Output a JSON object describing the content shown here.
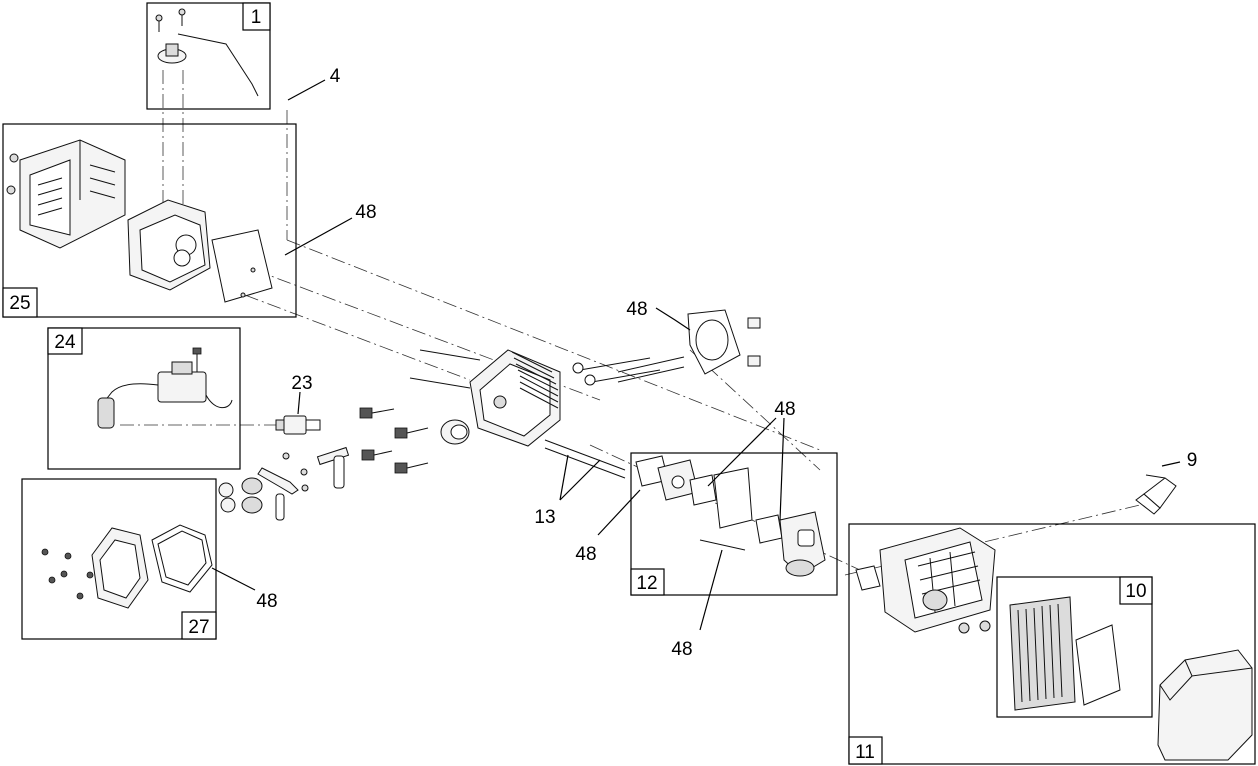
{
  "box_labels": {
    "b1": "1",
    "b25": "25",
    "b24": "24",
    "b27": "27",
    "b12": "12",
    "b11": "11",
    "b10": "10"
  },
  "callouts": {
    "c4": "4",
    "c48_muffler": "48",
    "c48_headgasket": "48",
    "c23": "23",
    "c48_carb_top": "48",
    "c9": "9",
    "c13": "13",
    "c48_carb_left": "48",
    "c48_valvecover": "48",
    "c48_carb_bottom": "48"
  }
}
